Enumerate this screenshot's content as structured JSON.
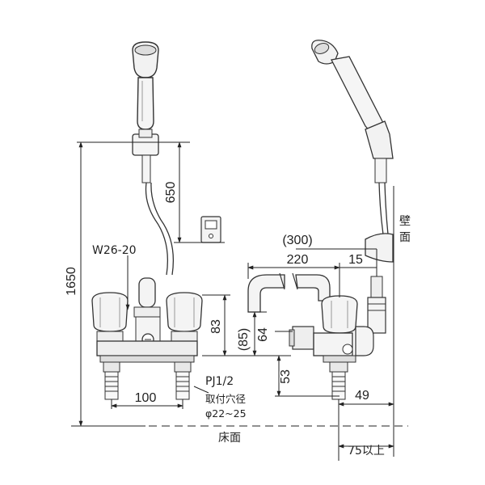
{
  "dimensions": {
    "total_height": "1650",
    "shower_holder_offset": "650",
    "hose_connection": "W26-20",
    "faucet_height": "83",
    "spout_reach": "(300)",
    "spout_projection": "220",
    "wall_clearance": "15",
    "spout_height_paren": "(85)",
    "spout_height": "64",
    "connector_height": "53",
    "pipe_size": "PJ1/2",
    "mount_hole_label": "取付穴径",
    "mount_hole_range": "φ22~25",
    "pitch": "100",
    "wall_offset": "49",
    "min_distance": "75以上"
  },
  "labels": {
    "wall": "壁面",
    "floor": "床面"
  }
}
